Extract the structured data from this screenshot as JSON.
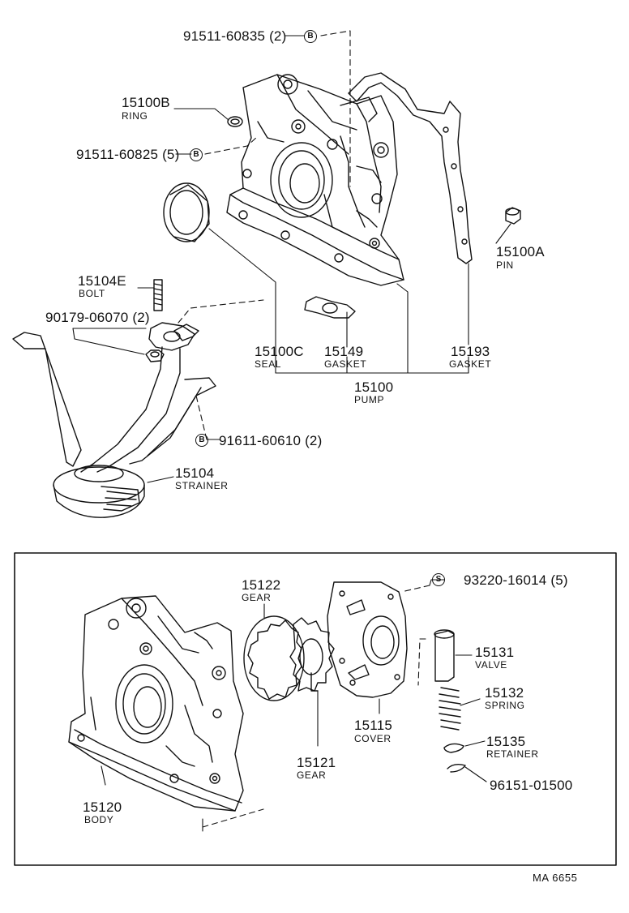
{
  "parts": {
    "p91511_60835": {
      "number": "91511-60835 (2)",
      "badge": "B"
    },
    "p15100B": {
      "number": "15100B",
      "name": "RING"
    },
    "p91511_60825": {
      "number": "91511-60825 (5)",
      "badge": "B"
    },
    "p15100A": {
      "number": "15100A",
      "name": "PIN"
    },
    "p15104E": {
      "number": "15104E",
      "name": "BOLT"
    },
    "p90179": {
      "number": "90179-06070 (2)"
    },
    "p15100C": {
      "number": "15100C",
      "name": "SEAL"
    },
    "p15149": {
      "number": "15149",
      "name": "GASKET"
    },
    "p15193": {
      "number": "15193",
      "name": "GASKET"
    },
    "p15100": {
      "number": "15100",
      "name": "PUMP"
    },
    "p91611": {
      "number": "91611-60610 (2)",
      "badge": "B"
    },
    "p15104": {
      "number": "15104",
      "name": "STRAINER"
    },
    "p15122": {
      "number": "15122",
      "name": "GEAR"
    },
    "p93220": {
      "number": "93220-16014 (5)",
      "badge": "S"
    },
    "p15131": {
      "number": "15131",
      "name": "VALVE"
    },
    "p15132": {
      "number": "15132",
      "name": "SPRING"
    },
    "p15115": {
      "number": "15115",
      "name": "COVER"
    },
    "p15135": {
      "number": "15135",
      "name": "RETAINER"
    },
    "p15121": {
      "number": "15121",
      "name": "GEAR"
    },
    "p96151": {
      "number": "96151-01500"
    },
    "p15120": {
      "number": "15120",
      "name": "BODY"
    }
  },
  "footer": {
    "code": "MA  6655"
  }
}
